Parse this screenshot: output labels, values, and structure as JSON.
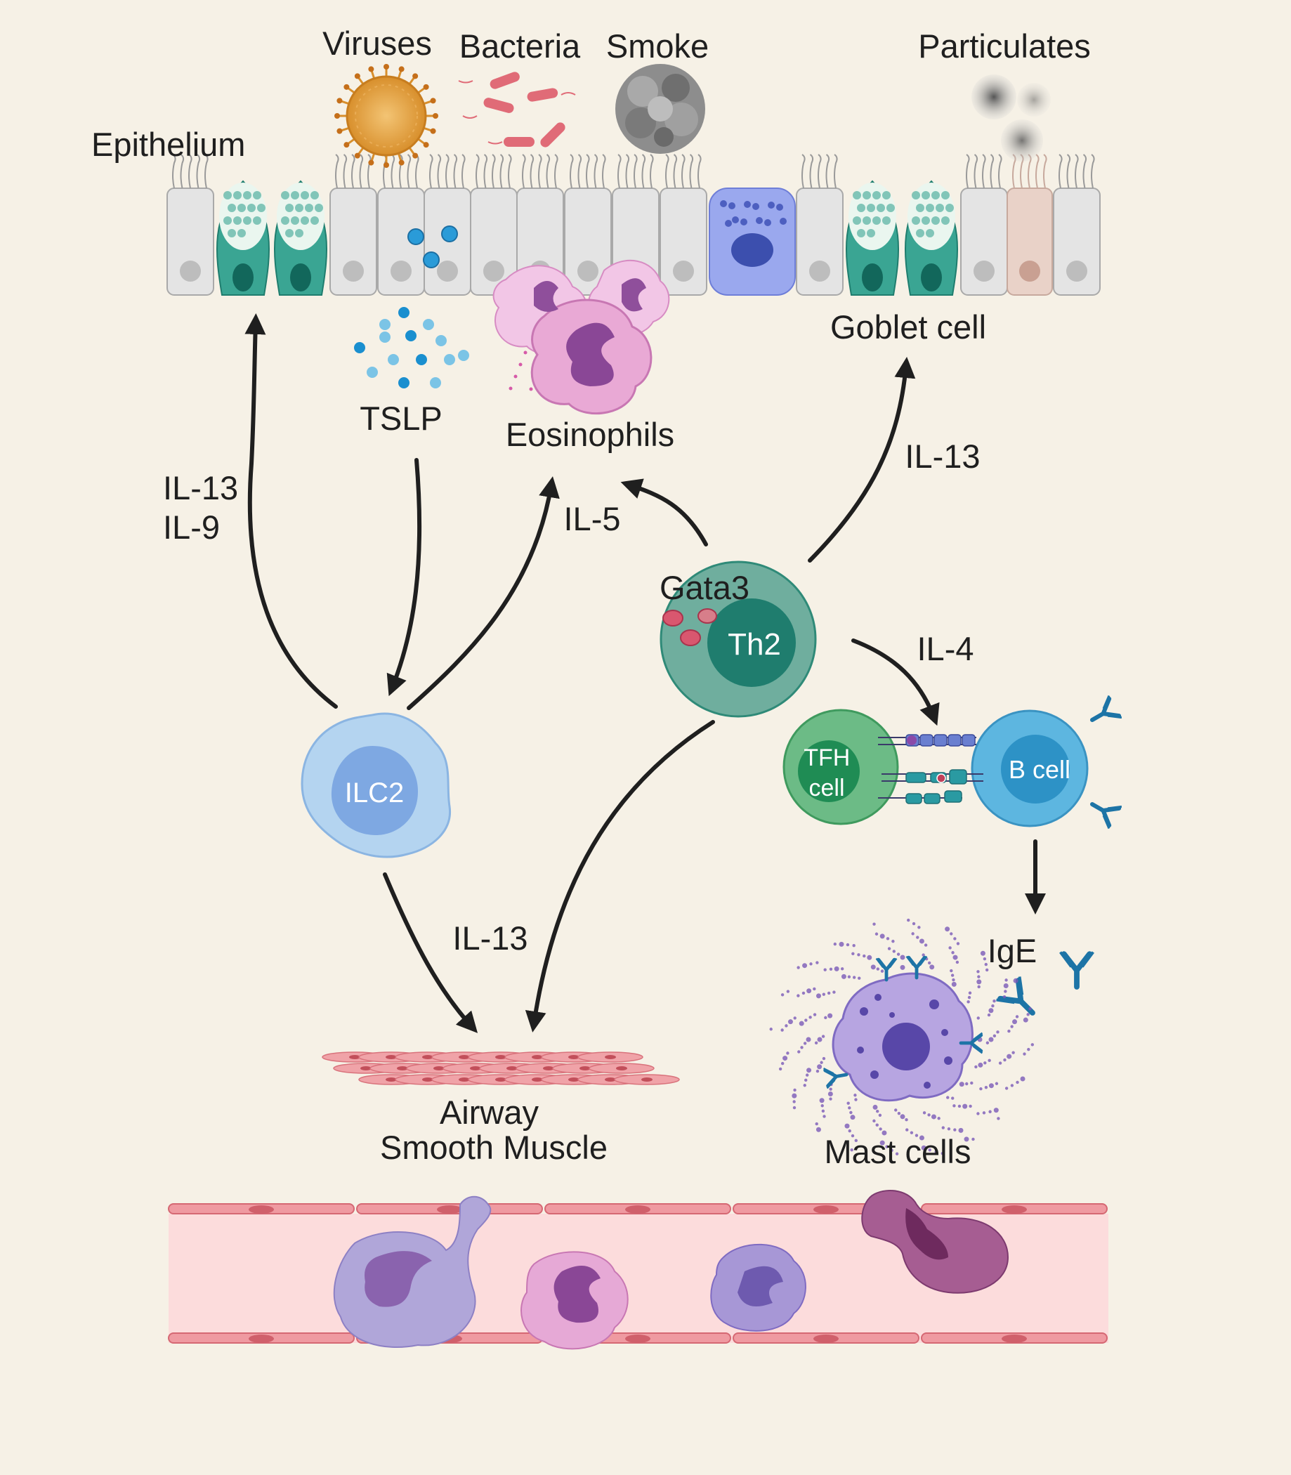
{
  "labels": {
    "viruses": "Viruses",
    "bacteria": "Bacteria",
    "smoke": "Smoke",
    "particulates": "Particulates",
    "epithelium": "Epithelium",
    "tslp": "TSLP",
    "eosinophils": "Eosinophils",
    "goblet_cell": "Goblet cell",
    "il13_il9_line1": "IL-13",
    "il13_il9_line2": "IL-9",
    "il5": "IL-5",
    "il13_goblet": "IL-13",
    "gata3": "Gata3",
    "th2": "Th2",
    "il4": "IL-4",
    "ilc2": "ILC2",
    "tfh_line1": "TFH",
    "tfh_line2": "cell",
    "b_cell": "B cell",
    "ige": "IgE",
    "il13_muscle": "IL-13",
    "asm_line1": "Airway",
    "asm_line2": "Smooth Muscle",
    "mast_cells": "Mast cells"
  },
  "colors": {
    "background": "#f6f1e6",
    "epithelial_cell": "#e4e4e4",
    "goblet": "#2e9a8a",
    "th2_outer": "#6fae9e",
    "th2_inner": "#1f7d6e",
    "ilc2_outer": "#a9ccec",
    "ilc2_inner": "#79a9e0",
    "tfh": "#58a873",
    "b_cell": "#4aa9d8",
    "eosinophil": "#e8a8d8",
    "mast_cell": "#b8a4df",
    "vessel": "#fcdcdc",
    "vessel_wall": "#e57f86",
    "antibody": "#1d74a6",
    "arrow": "#1f1f1f"
  },
  "icons": [
    "virus-icon",
    "bacteria-icon",
    "smoke-particle-icon",
    "particulate-icon",
    "tslp-molecule-icon",
    "antibody-icon"
  ]
}
